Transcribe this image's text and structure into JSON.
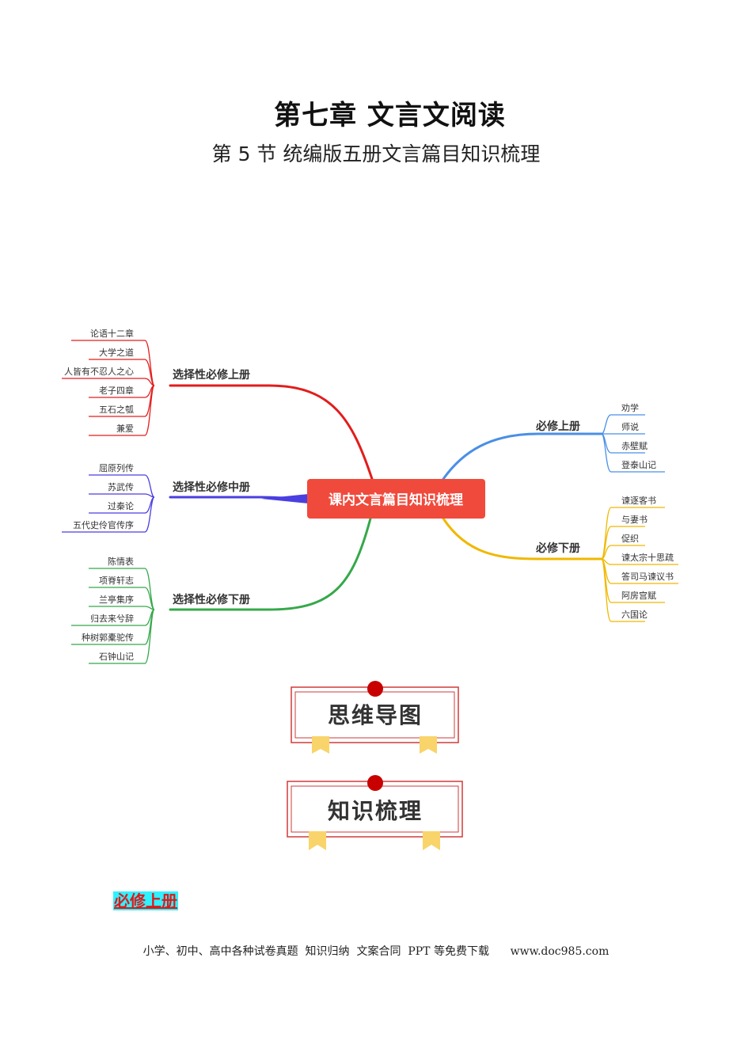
{
  "header": {
    "title": "第七章 文言文阅读",
    "subtitle": "第 5 节 统编版五册文言篇目知识梳理"
  },
  "mindmap": {
    "center": "课内文言篇目知识梳理",
    "branches": [
      {
        "label": "选择性必修上册",
        "color": "#e31c1c",
        "items": [
          "论语十二章",
          "大学之道",
          "人皆有不忍人之心",
          "老子四章",
          "五石之瓠",
          "兼爱"
        ]
      },
      {
        "label": "选择性必修中册",
        "color": "#4a3fe0",
        "items": [
          "屈原列传",
          "苏武传",
          "过秦论",
          "五代史伶官传序"
        ]
      },
      {
        "label": "选择性必修下册",
        "color": "#35a84a",
        "items": [
          "陈情表",
          "项脊轩志",
          "兰亭集序",
          "归去来兮辞",
          "种树郭橐驼传",
          "石钟山记"
        ]
      },
      {
        "label": "必修上册",
        "color": "#4a8fe6",
        "items": [
          "劝学",
          "师说",
          "赤壁赋",
          "登泰山记"
        ]
      },
      {
        "label": "必修下册",
        "color": "#f0b800",
        "items": [
          "谏逐客书",
          "与妻书",
          "促织",
          "谏太宗十思疏",
          "答司马谏议书",
          "阿房宫赋",
          "六国论"
        ]
      }
    ],
    "center_color": "#f04a3c"
  },
  "banners": [
    "思维导图",
    "知识梳理"
  ],
  "section": {
    "heading": "必修上册"
  },
  "footer": {
    "text": "小学、初中、高中各种试卷真题  知识归纳  文案合同  PPT 等免费下载      www.doc985.com"
  }
}
